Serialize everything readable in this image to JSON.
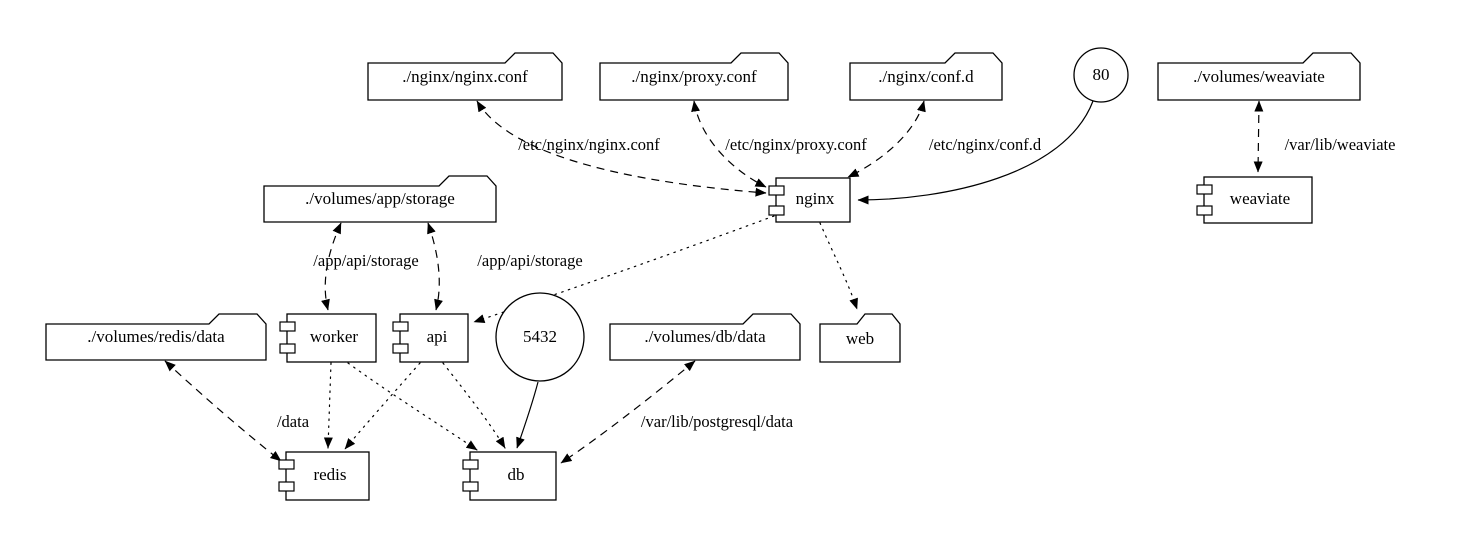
{
  "diagram": {
    "nodes": {
      "nginx_conf": {
        "label": "./nginx/nginx.conf",
        "shape": "folder"
      },
      "proxy_conf": {
        "label": "./nginx/proxy.conf",
        "shape": "folder"
      },
      "conf_d": {
        "label": "./nginx/conf.d",
        "shape": "folder"
      },
      "port80": {
        "label": "80",
        "shape": "circle"
      },
      "volumes_weaviate": {
        "label": "./volumes/weaviate",
        "shape": "folder"
      },
      "volumes_app_storage": {
        "label": "./volumes/app/storage",
        "shape": "folder"
      },
      "nginx": {
        "label": "nginx",
        "shape": "component"
      },
      "weaviate": {
        "label": "weaviate",
        "shape": "component"
      },
      "volumes_redis_data": {
        "label": "./volumes/redis/data",
        "shape": "folder"
      },
      "worker": {
        "label": "worker",
        "shape": "component"
      },
      "api": {
        "label": "api",
        "shape": "component"
      },
      "port5432": {
        "label": "5432",
        "shape": "circle"
      },
      "volumes_db_data": {
        "label": "./volumes/db/data",
        "shape": "folder"
      },
      "web": {
        "label": "web",
        "shape": "folder"
      },
      "redis": {
        "label": "redis",
        "shape": "component"
      },
      "db": {
        "label": "db",
        "shape": "component"
      }
    },
    "edges": [
      {
        "from": "nginx_conf",
        "to": "nginx",
        "style": "dashed",
        "direction": "both",
        "label": "/etc/nginx/nginx.conf"
      },
      {
        "from": "proxy_conf",
        "to": "nginx",
        "style": "dashed",
        "direction": "both",
        "label": "/etc/nginx/proxy.conf"
      },
      {
        "from": "conf_d",
        "to": "nginx",
        "style": "dashed",
        "direction": "both",
        "label": "/etc/nginx/conf.d"
      },
      {
        "from": "port80",
        "to": "nginx",
        "style": "solid",
        "direction": "forward",
        "label": ""
      },
      {
        "from": "volumes_weaviate",
        "to": "weaviate",
        "style": "dashed",
        "direction": "both",
        "label": "/var/lib/weaviate"
      },
      {
        "from": "volumes_app_storage",
        "to": "worker",
        "style": "dashed",
        "direction": "both",
        "label": "/app/api/storage"
      },
      {
        "from": "volumes_app_storage",
        "to": "api",
        "style": "dashed",
        "direction": "both",
        "label": "/app/api/storage"
      },
      {
        "from": "nginx",
        "to": "api",
        "style": "dotted",
        "direction": "forward",
        "label": ""
      },
      {
        "from": "nginx",
        "to": "web",
        "style": "dotted",
        "direction": "forward",
        "label": ""
      },
      {
        "from": "volumes_redis_data",
        "to": "redis",
        "style": "dashed",
        "direction": "both",
        "label": "/data"
      },
      {
        "from": "worker",
        "to": "redis",
        "style": "dotted",
        "direction": "forward",
        "label": ""
      },
      {
        "from": "worker",
        "to": "db",
        "style": "dotted",
        "direction": "forward",
        "label": ""
      },
      {
        "from": "api",
        "to": "redis",
        "style": "dotted",
        "direction": "forward",
        "label": ""
      },
      {
        "from": "api",
        "to": "db",
        "style": "dotted",
        "direction": "forward",
        "label": ""
      },
      {
        "from": "volumes_db_data",
        "to": "db",
        "style": "dashed",
        "direction": "both",
        "label": "/var/lib/postgresql/data"
      },
      {
        "from": "port5432",
        "to": "db",
        "style": "solid",
        "direction": "forward",
        "label": ""
      }
    ]
  }
}
